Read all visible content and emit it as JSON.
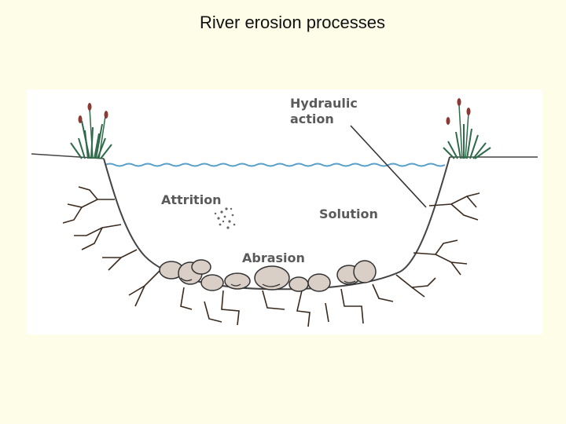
{
  "title": "River erosion processes",
  "labels": {
    "hydraulic_line1": "Hydraulic",
    "hydraulic_line2": "action",
    "attrition": "Attrition",
    "solution": "Solution",
    "abrasion": "Abrasion"
  },
  "colors": {
    "background": "#fdfde8",
    "water": "#5aa0cc",
    "bank_line": "#444444",
    "roots": "#3a2a1e",
    "grass": "#2f6a4a",
    "reed_heads": "#8a3a32",
    "pebble_fill": "#d9cfc6",
    "label_text": "#5a5a5a"
  },
  "icons": [
    "grass-tuft-icon",
    "pebble-icon",
    "sediment-particles-icon",
    "root-crack-icon"
  ]
}
